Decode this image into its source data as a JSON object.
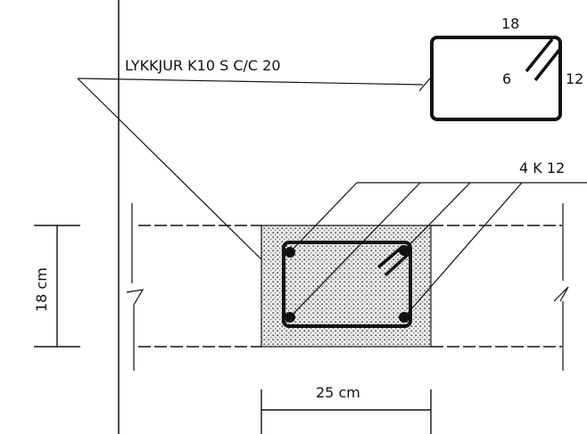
{
  "labels": {
    "stirrup": "LYKKJUR K10 S C/C 20",
    "main_bars": "4 K 12",
    "width_top": "18",
    "height_right": "12",
    "hook_len": "6",
    "section_height": "18 cm",
    "section_width": "25 cm"
  },
  "colors": {
    "ink": "#111111",
    "concrete_fill": "#e4e4e4"
  }
}
